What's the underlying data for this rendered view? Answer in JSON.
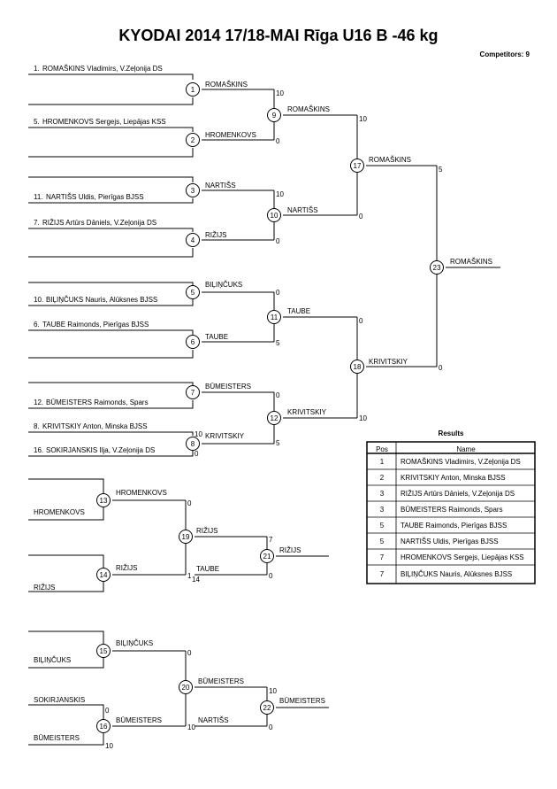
{
  "header": {
    "title": "KYODAI 2014  17/18-MAI  Rīga    U16 B -46 kg",
    "competitors": "Competitors: 9"
  },
  "main_bracket": {
    "entries": [
      {
        "seed": "1.",
        "text": "ROMAŠKINS Vladimirs, V.Zeļonija DS"
      },
      {
        "seed": "5.",
        "text": "HROMENKOVS Sergejs, Liepājas KSS"
      },
      {
        "seed": "11.",
        "text": "NARTIŠS Uldis, Pierīgas BJSS"
      },
      {
        "seed": "7.",
        "text": "RIŽIJS Artūrs Dāniels, V.Zeļonija DS"
      },
      {
        "seed": "10.",
        "text": "BIĻIŅČUKS Nauris, Alūksnes BJSS"
      },
      {
        "seed": "6.",
        "text": "TAUBE Raimonds, Pierīgas BJSS"
      },
      {
        "seed": "12.",
        "text": "BŪMEISTERS Raimonds, Spars"
      },
      {
        "seed": "8.",
        "text": "KRIVITSKIY Anton, Minska BJSS"
      },
      {
        "seed": "16.",
        "text": "SOKIRJANSKIS Ilja, V.Zeļonija DS"
      }
    ],
    "matches": [
      {
        "no": "1",
        "winner": "ROMAŠKINS",
        "score": "10"
      },
      {
        "no": "2",
        "winner": "HROMENKOVS",
        "score": "0"
      },
      {
        "no": "3",
        "winner": "NARTIŠS",
        "score": "10"
      },
      {
        "no": "4",
        "winner": "RIŽIJS",
        "score": "0"
      },
      {
        "no": "5",
        "winner": "BIĻIŅČUKS",
        "score": "0"
      },
      {
        "no": "6",
        "winner": "TAUBE",
        "score": "5"
      },
      {
        "no": "7",
        "winner": "BŪMEISTERS",
        "score": "0"
      },
      {
        "no": "8",
        "winner": "KRIVITSKIY",
        "score": "5",
        "score_in_top": "10",
        "score_in_bottom": "0"
      },
      {
        "no": "9",
        "winner": "ROMAŠKINS",
        "score": "10"
      },
      {
        "no": "10",
        "winner": "NARTIŠS",
        "score": "0"
      },
      {
        "no": "11",
        "winner": "TAUBE",
        "score": "0"
      },
      {
        "no": "12",
        "winner": "KRIVITSKIY",
        "score": "10"
      },
      {
        "no": "17",
        "winner": "ROMAŠKINS",
        "score": "5"
      },
      {
        "no": "18",
        "winner": "KRIVITSKIY",
        "score": "0"
      },
      {
        "no": "23",
        "winner": "ROMAŠKINS"
      }
    ]
  },
  "repechage_a": {
    "entries": [
      "HROMENKOVS",
      "RIŽIJS"
    ],
    "matches": [
      {
        "no": "13",
        "winner": "HROMENKOVS",
        "score": "0"
      },
      {
        "no": "14",
        "winner": "RIŽIJS",
        "score": "1",
        "score_sub": "14"
      },
      {
        "no": "19",
        "winner_top": "RIŽIJS",
        "winner_bottom": "TAUBE",
        "score_top": "7",
        "score_bottom": "0"
      },
      {
        "no": "21",
        "winner": "RIŽIJS"
      }
    ]
  },
  "repechage_b": {
    "entries": [
      "BIĻIŅČUKS",
      "SOKIRJANSKIS",
      "BŪMEISTERS"
    ],
    "matches": [
      {
        "no": "15",
        "winner": "BIĻIŅČUKS",
        "score": "0"
      },
      {
        "no": "16",
        "winner": "BŪMEISTERS",
        "score": "10",
        "score_in_top": "0",
        "score_in_bottom": "10"
      },
      {
        "no": "20",
        "winner_top": "BŪMEISTERS",
        "winner_bottom": "NARTIŠS",
        "score_top": "10",
        "score_bottom": "0"
      },
      {
        "no": "22",
        "winner": "BŪMEISTERS"
      }
    ]
  },
  "results": {
    "title": "Results",
    "headers": [
      "Pos",
      "Name"
    ],
    "rows": [
      [
        "1",
        "ROMAŠKINS Vladimirs, V.Zeļonija DS"
      ],
      [
        "2",
        "KRIVITSKIY Anton, Minska BJSS"
      ],
      [
        "3",
        "RIŽIJS Artūrs Dāniels, V.Zeļonija DS"
      ],
      [
        "3",
        "BŪMEISTERS Raimonds, Spars"
      ],
      [
        "5",
        "TAUBE Raimonds, Pierīgas BJSS"
      ],
      [
        "5",
        "NARTIŠS Uldis, Pierīgas BJSS"
      ],
      [
        "7",
        "HROMENKOVS Sergejs, Liepājas KSS"
      ],
      [
        "7",
        "BIĻIŅČUKS Nauris, Alūksnes BJSS"
      ]
    ]
  }
}
